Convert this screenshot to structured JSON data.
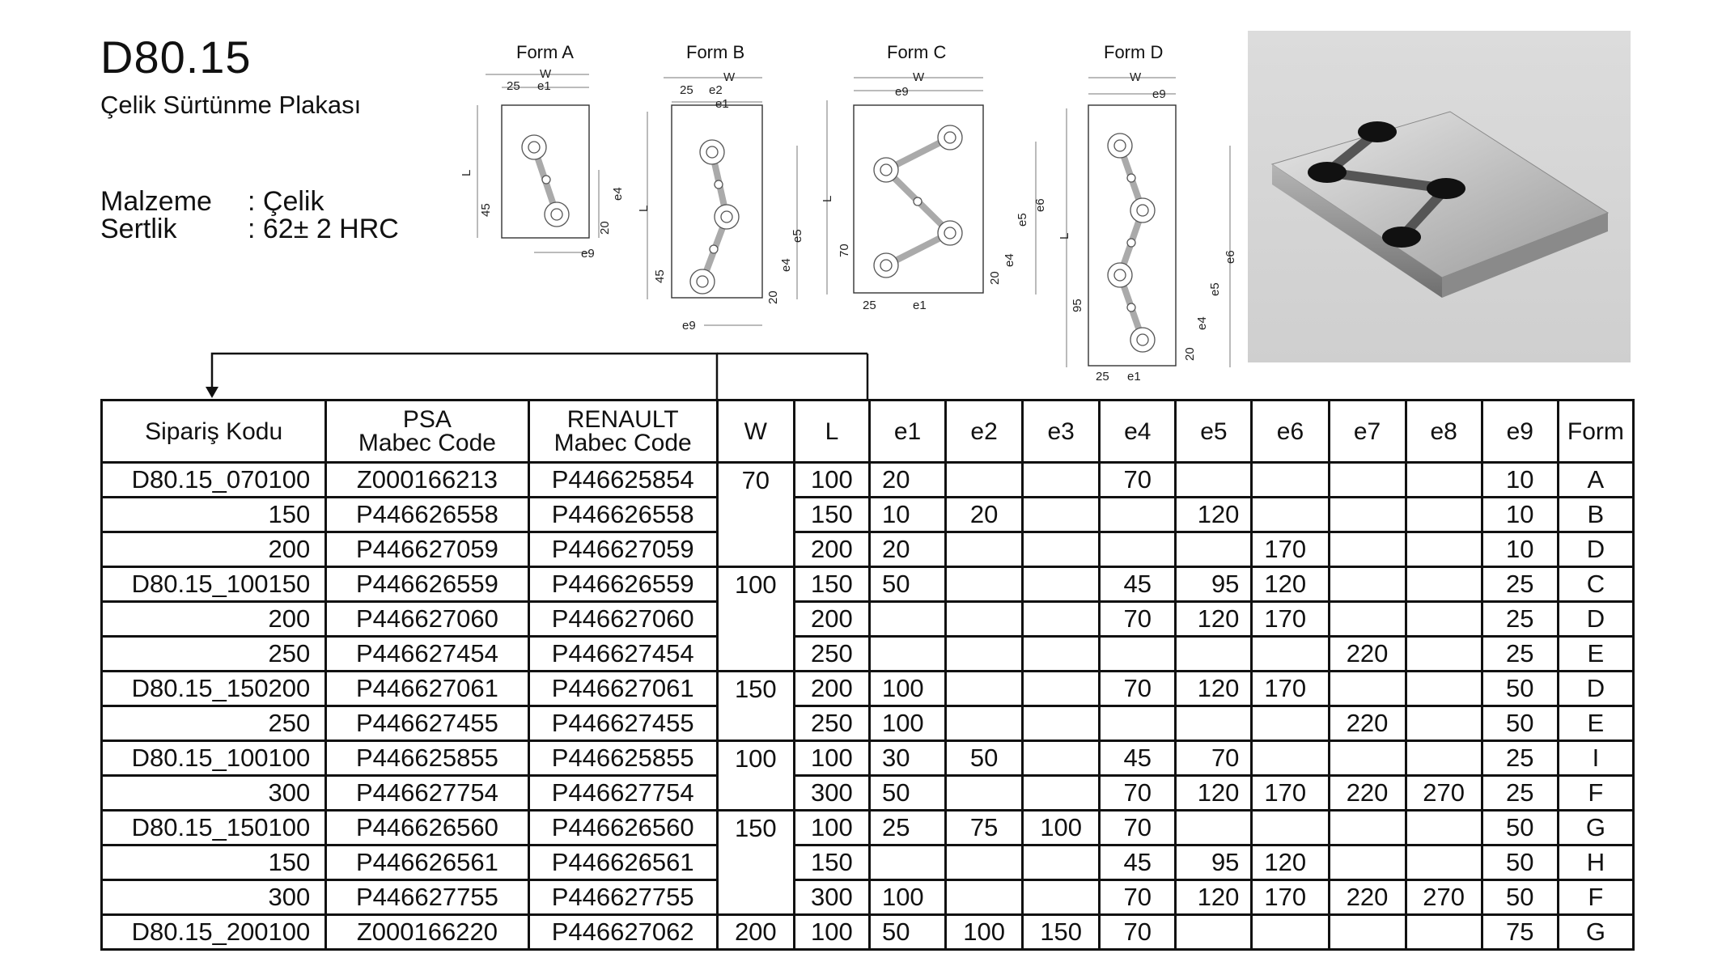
{
  "header": {
    "title": "D80.15",
    "subtitle": "Çelik Sürtünme Plakası",
    "material_label": "Malzeme",
    "material_value": ": Çelik",
    "hardness_label": "Sertlik",
    "hardness_value": ": 62± 2 HRC"
  },
  "drawings": {
    "form_a": {
      "title": "Form A",
      "w": "W",
      "d25": "25",
      "e1": "e1",
      "l": "L",
      "d45": "45",
      "d20": "20",
      "e4": "e4",
      "e9": "e9"
    },
    "form_b": {
      "title": "Form B",
      "w": "W",
      "d25": "25",
      "e2": "e2",
      "e1": "e1",
      "l": "L",
      "d45": "45",
      "d20": "20",
      "e4": "e4",
      "e5": "e5",
      "e9": "e9"
    },
    "form_c": {
      "title": "Form C",
      "w": "W",
      "e9": "e9",
      "l": "L",
      "d70": "70",
      "d25": "25",
      "e1": "e1",
      "d20": "20",
      "e4": "e4",
      "e5": "e5",
      "e6": "e6"
    },
    "form_d": {
      "title": "Form D",
      "w": "W",
      "e9": "e9",
      "l": "L",
      "d95": "95",
      "d25": "25",
      "e1": "e1",
      "d20": "20",
      "e4": "e4",
      "e5": "e5",
      "e6": "e6"
    }
  },
  "table": {
    "headers": {
      "order_code": "Sipariş Kodu",
      "psa_1": "PSA",
      "psa_2": "Mabec Code",
      "ren_1": "RENAULT",
      "ren_2": "Mabec Code",
      "w": "W",
      "l": "L",
      "e1": "e1",
      "e2": "e2",
      "e3": "e3",
      "e4": "e4",
      "e5": "e5",
      "e6": "e6",
      "e7": "e7",
      "e8": "e8",
      "e9": "e9",
      "form": "Form"
    },
    "rows": [
      {
        "code": "D80.15_070100",
        "psa": "Z000166213",
        "ren": "P446625854",
        "w": "70",
        "l": "100",
        "e1": "20",
        "e2": "",
        "e3": "",
        "e4": "70",
        "e5": "",
        "e6": "",
        "e7": "",
        "e8": "",
        "e9": "10",
        "form": "A"
      },
      {
        "code": "150",
        "psa": "P446626558",
        "ren": "P446626558",
        "w": "",
        "l": "150",
        "e1": "10",
        "e2": "20",
        "e3": "",
        "e4": "",
        "e5": "120",
        "e6": "",
        "e7": "",
        "e8": "",
        "e9": "10",
        "form": "B"
      },
      {
        "code": "200",
        "psa": "P446627059",
        "ren": "P446627059",
        "w": "",
        "l": "200",
        "e1": "20",
        "e2": "",
        "e3": "",
        "e4": "",
        "e5": "",
        "e6": "170",
        "e7": "",
        "e8": "",
        "e9": "10",
        "form": "D"
      },
      {
        "code": "D80.15_100150",
        "psa": "P446626559",
        "ren": "P446626559",
        "w": "100",
        "l": "150",
        "e1": "50",
        "e2": "",
        "e3": "",
        "e4": "45",
        "e5": "95",
        "e6": "120",
        "e7": "",
        "e8": "",
        "e9": "25",
        "form": "C"
      },
      {
        "code": "200",
        "psa": "P446627060",
        "ren": "P446627060",
        "w": "",
        "l": "200",
        "e1": "",
        "e2": "",
        "e3": "",
        "e4": "70",
        "e5": "120",
        "e6": "170",
        "e7": "",
        "e8": "",
        "e9": "25",
        "form": "D"
      },
      {
        "code": "250",
        "psa": "P446627454",
        "ren": "P446627454",
        "w": "",
        "l": "250",
        "e1": "",
        "e2": "",
        "e3": "",
        "e4": "",
        "e5": "",
        "e6": "",
        "e7": "220",
        "e8": "",
        "e9": "25",
        "form": "E"
      },
      {
        "code": "D80.15_150200",
        "psa": "P446627061",
        "ren": "P446627061",
        "w": "150",
        "l": "200",
        "e1": "100",
        "e2": "",
        "e3": "",
        "e4": "70",
        "e5": "120",
        "e6": "170",
        "e7": "",
        "e8": "",
        "e9": "50",
        "form": "D"
      },
      {
        "code": "250",
        "psa": "P446627455",
        "ren": "P446627455",
        "w": "",
        "l": "250",
        "e1": "100",
        "e2": "",
        "e3": "",
        "e4": "",
        "e5": "",
        "e6": "",
        "e7": "220",
        "e8": "",
        "e9": "50",
        "form": "E"
      },
      {
        "code": "D80.15_100100",
        "psa": "P446625855",
        "ren": "P446625855",
        "w": "100",
        "l": "100",
        "e1": "30",
        "e2": "50",
        "e3": "",
        "e4": "45",
        "e5": "70",
        "e6": "",
        "e7": "",
        "e8": "",
        "e9": "25",
        "form": "I"
      },
      {
        "code": "300",
        "psa": "P446627754",
        "ren": "P446627754",
        "w": "",
        "l": "300",
        "e1": "50",
        "e2": "",
        "e3": "",
        "e4": "70",
        "e5": "120",
        "e6": "170",
        "e7": "220",
        "e8": "270",
        "e9": "25",
        "form": "F"
      },
      {
        "code": "D80.15_150100",
        "psa": "P446626560",
        "ren": "P446626560",
        "w": "150",
        "l": "100",
        "e1": "25",
        "e2": "75",
        "e3": "100",
        "e4": "70",
        "e5": "",
        "e6": "",
        "e7": "",
        "e8": "",
        "e9": "50",
        "form": "G"
      },
      {
        "code": "150",
        "psa": "P446626561",
        "ren": "P446626561",
        "w": "",
        "l": "150",
        "e1": "",
        "e2": "",
        "e3": "",
        "e4": "45",
        "e5": "95",
        "e6": "120",
        "e7": "",
        "e8": "",
        "e9": "50",
        "form": "H"
      },
      {
        "code": "300",
        "psa": "P446627755",
        "ren": "P446627755",
        "w": "",
        "l": "300",
        "e1": "100",
        "e2": "",
        "e3": "",
        "e4": "70",
        "e5": "120",
        "e6": "170",
        "e7": "220",
        "e8": "270",
        "e9": "50",
        "form": "F"
      },
      {
        "code": "D80.15_200100",
        "psa": "Z000166220",
        "ren": "P446627062",
        "w": "200",
        "l": "100",
        "e1": "50",
        "e2": "100",
        "e3": "150",
        "e4": "70",
        "e5": "",
        "e6": "",
        "e7": "",
        "e8": "",
        "e9": "75",
        "form": "G"
      }
    ]
  }
}
